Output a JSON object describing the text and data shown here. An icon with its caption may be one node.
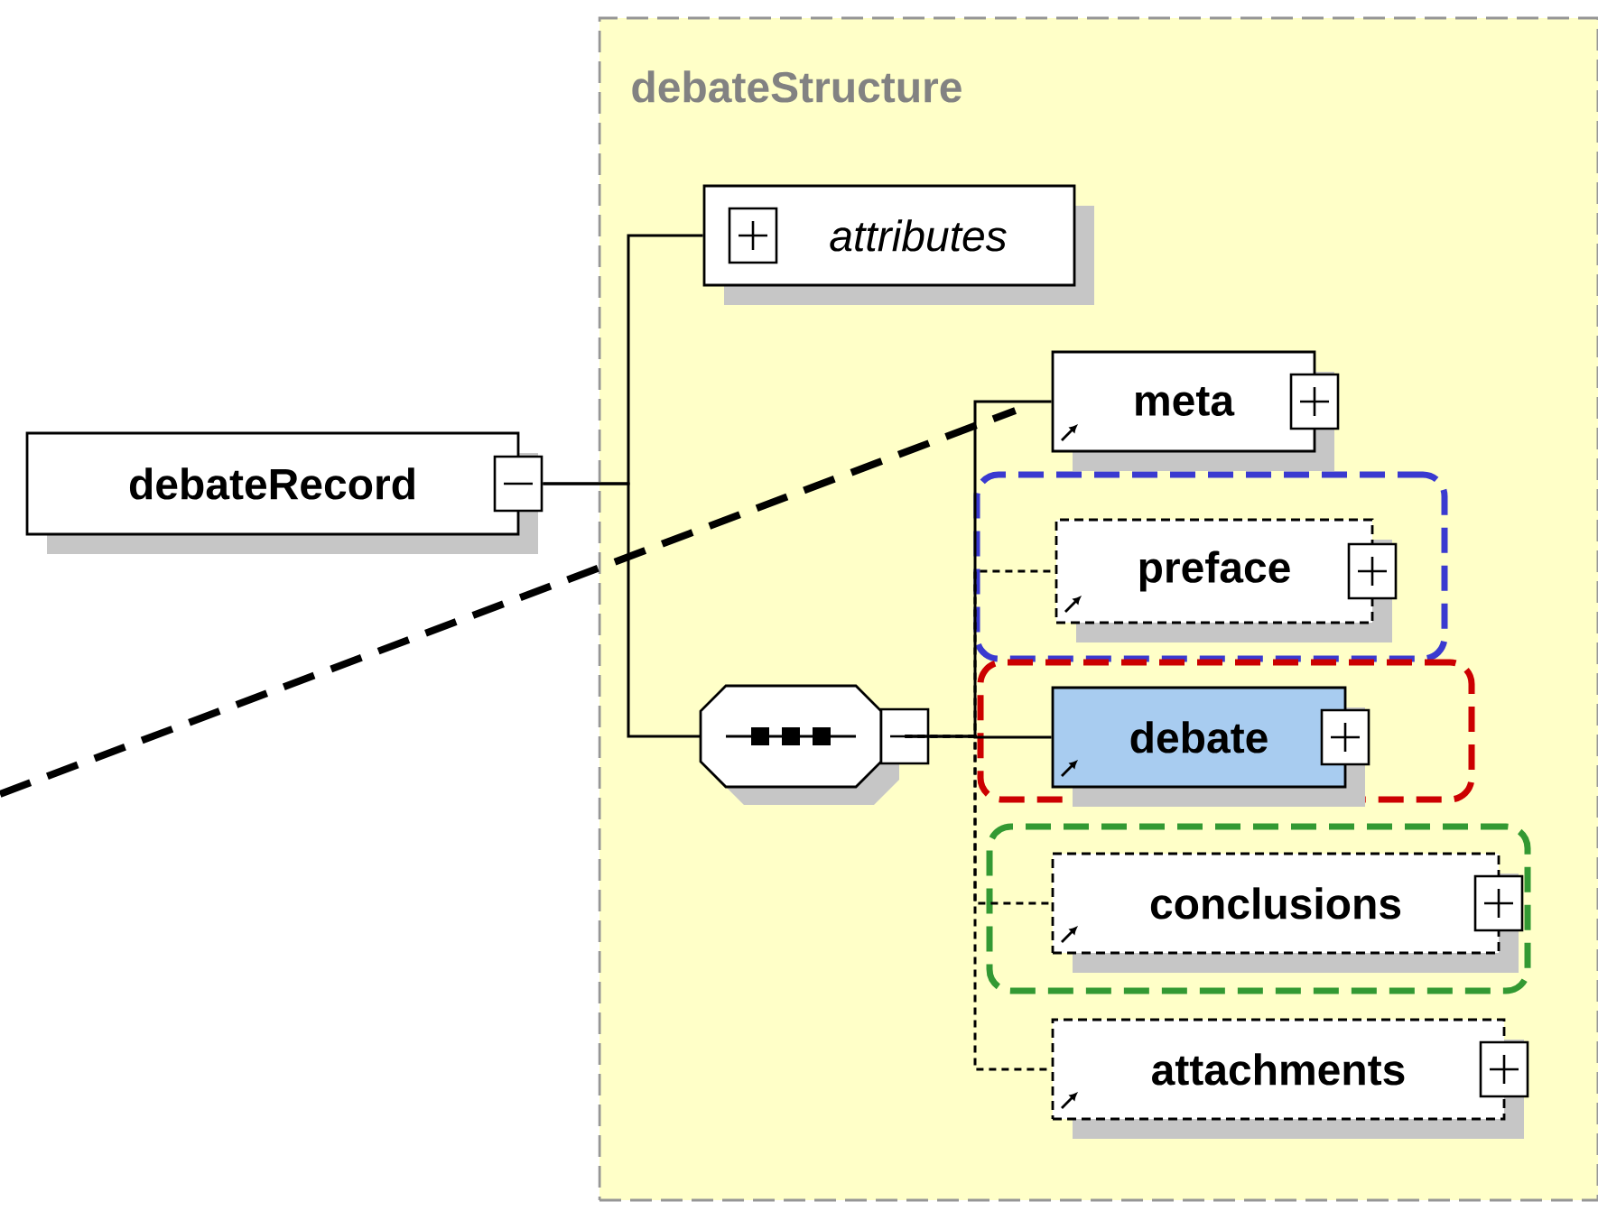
{
  "diagram": {
    "nodes": [
      {
        "text": [
          "debateRecord"
        ]
      },
      {
        "text": [
          "debateStructure"
        ]
      },
      {
        "text": [
          "attributes"
        ],
        "in": 1
      },
      {
        "text": [],
        "shape": "octagon",
        "in": 1
      },
      {
        "text": [
          "meta"
        ],
        "in": 1
      },
      {
        "text": [],
        "shape": "box",
        "in": 1
      },
      {
        "text": [
          "preface"
        ],
        "in": 5
      },
      {
        "text": [],
        "shape": "box",
        "in": 1
      },
      {
        "text": [
          "debate"
        ],
        "in": 7
      },
      {
        "text": [],
        "shape": "box",
        "in": 1
      },
      {
        "text": [
          "conclusions"
        ],
        "in": 9
      },
      {
        "text": [
          "attachments"
        ],
        "in": 1
      }
    ],
    "edges": [
      {
        "from": 0,
        "to": 2,
        "arrow": "none"
      },
      {
        "from": 0,
        "to": 3,
        "arrow": "none"
      },
      {
        "from": 3,
        "to": 4,
        "arrow": "none"
      },
      {
        "from": 3,
        "to": 6,
        "arrow": "none",
        "style": "dashed"
      },
      {
        "from": 3,
        "to": 8,
        "arrow": "none"
      },
      {
        "from": 3,
        "to": 10,
        "arrow": "none",
        "style": "dashed"
      },
      {
        "from": 3,
        "to": 11,
        "arrow": "none",
        "style": "dashed"
      },
      {
        "from": null,
        "to": 4,
        "arrow": "none",
        "style": "dashed"
      }
    ]
  }
}
